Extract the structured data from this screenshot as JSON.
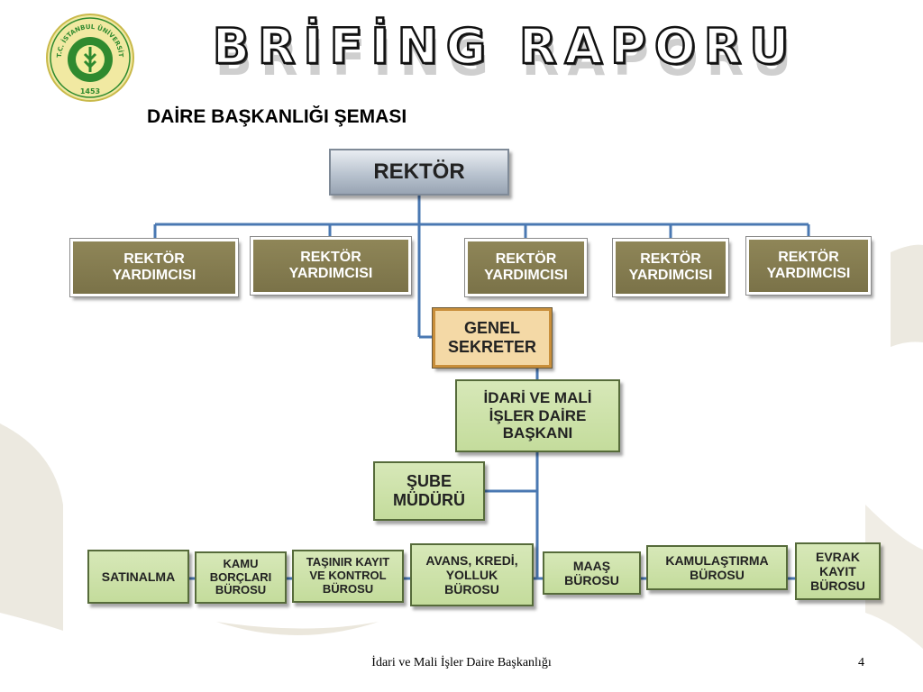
{
  "header": {
    "title": "BRİFİNG RAPORU",
    "subtitle": "DAİRE BAŞKANLIĞI ŞEMASI"
  },
  "logo": {
    "top_text": "T.C. İSTANBUL ÜNİVERSİTESİ",
    "year": "1453"
  },
  "org": {
    "rektor": "REKTÖR",
    "yardimcilar": [
      "REKTÖR\nYARDIMCISI",
      "REKTÖR\nYARDIMCISI",
      "REKTÖR\nYARDIMCISI",
      "REKTÖR\nYARDIMCISI",
      "REKTÖR\nYARDIMCISI"
    ],
    "genel_sekreter": "GENEL\nSEKRETER",
    "daire_baskani": "İDARİ VE MALİ\nİŞLER DAİRE\nBAŞKANI",
    "sube_muduru": "ŞUBE\nMÜDÜRÜ",
    "burolar": [
      "SATINALMA",
      "KAMU\nBORÇLARI\nBÜROSU",
      "TAŞINIR KAYIT\nVE KONTROL\nBÜROSU",
      "AVANS, KREDİ,\nYOLLUK\nBÜROSU",
      "MAAŞ\nBÜROSU",
      "KAMULAŞTIRMA\nBÜROSU",
      "EVRAK\nKAYIT\nBÜROSU"
    ]
  },
  "footer": {
    "text": "İdari ve Mali İşler Daire Başkanlığı",
    "page": "4"
  },
  "colors": {
    "connector": "#4a78b2",
    "yardimci_fill": "#847b4f",
    "office_fill": "#cfe2ad",
    "genel_fill": "#f4d9a6"
  }
}
